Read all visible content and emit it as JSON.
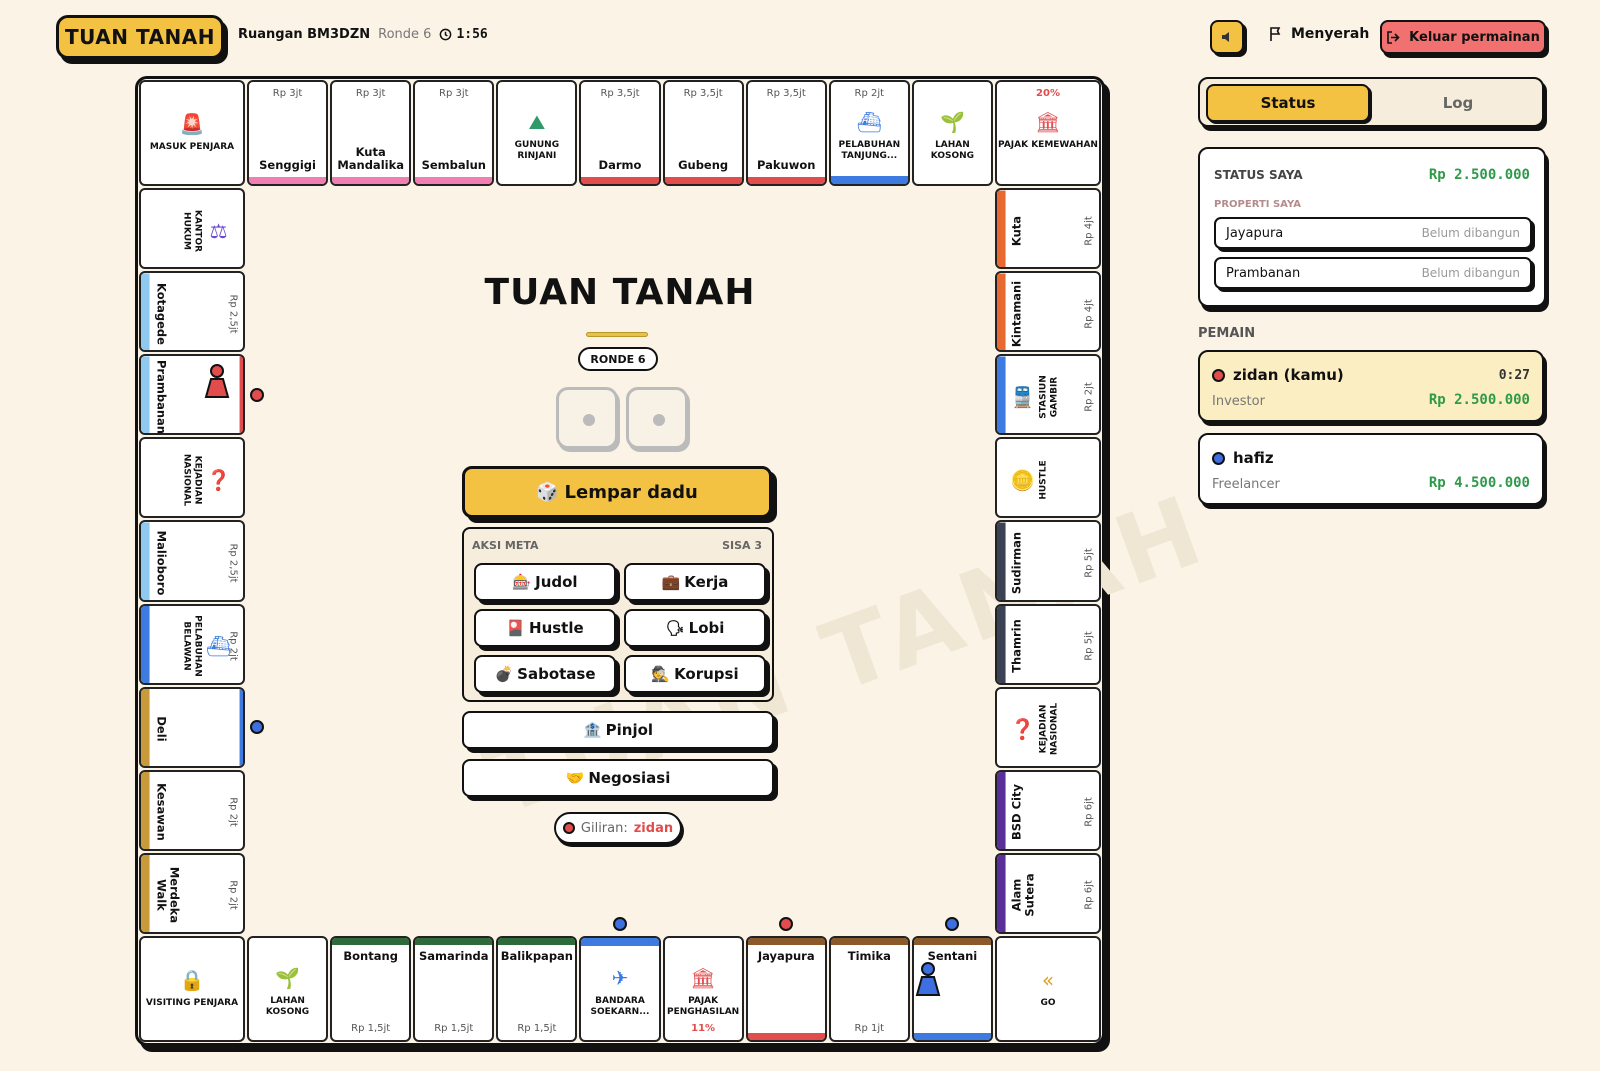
{
  "header": {
    "logo": "TUAN TANAH",
    "room": "Ruangan BM3DZN",
    "round": "Ronde 6",
    "timer": "1:56",
    "sound_icon": "speaker-icon",
    "surrender": "Menyerah",
    "exit": "Keluar permainan"
  },
  "board": {
    "top": [
      {
        "name": "MASUK PENJARA",
        "type": "corner",
        "icon": "siren-icon",
        "icon_color": "#e14d4d"
      },
      {
        "name": "Senggigi",
        "price": "Rp 3jt",
        "color": "#ef7fb1"
      },
      {
        "name": "Kuta\nMandalika",
        "price": "Rp 3jt",
        "color": "#ef7fb1"
      },
      {
        "name": "Sembalun",
        "price": "Rp 3jt",
        "color": "#ef7fb1"
      },
      {
        "name": "GUNUNG\nRINJANI",
        "type": "special",
        "icon": "mountain-icon",
        "icon_color": "#2f9a6a"
      },
      {
        "name": "Darmo",
        "price": "Rp 3,5jt",
        "color": "#e14d4d"
      },
      {
        "name": "Gubeng",
        "price": "Rp 3,5jt",
        "color": "#e14d4d"
      },
      {
        "name": "Pakuwon",
        "price": "Rp 3,5jt",
        "color": "#e14d4d"
      },
      {
        "name": "PELABUHAN\nTANJUNG...",
        "price": "Rp 2jt",
        "color": "#3d7be0",
        "type": "port",
        "icon": "ship-icon",
        "icon_color": "#3d7be0"
      },
      {
        "name": "LAHAN\nKOSONG",
        "type": "special",
        "icon": "sprout-icon",
        "icon_color": "#a06a2a"
      },
      {
        "name": "PAJAK KEMEWAHAN",
        "price": "20%",
        "type": "tax",
        "icon": "bank-icon",
        "icon_color": "#e14d4d"
      }
    ],
    "left": [
      {
        "name": "KANTOR\nHUKUM",
        "type": "special",
        "icon": "scale-icon",
        "icon_color": "#6a4ad0"
      },
      {
        "name": "Kotagede",
        "price": "Rp 2,5jt",
        "color": "#8fc9f0"
      },
      {
        "name": "Prambanan",
        "price": "",
        "color": "#8fc9f0",
        "owner": "#e14d4d"
      },
      {
        "name": "KEJADIAN\nNASIONAL",
        "type": "special",
        "icon": "question-icon",
        "icon_color": "#a05ad0"
      },
      {
        "name": "Malioboro",
        "price": "Rp 2,5jt",
        "color": "#8fc9f0"
      },
      {
        "name": "PELABUHAN\nBELAWAN",
        "price": "Rp 2jt",
        "color": "#3d7be0",
        "type": "port",
        "icon": "ship-icon",
        "icon_color": "#3d7be0"
      },
      {
        "name": "Deli",
        "price": "",
        "color": "#c89a3a",
        "owner": "#3d7be0"
      },
      {
        "name": "Kesawan",
        "price": "Rp 2jt",
        "color": "#c89a3a"
      },
      {
        "name": "Merdeka\nWalk",
        "price": "Rp 2jt",
        "color": "#c89a3a"
      }
    ],
    "right": [
      {
        "name": "Kuta",
        "price": "Rp 4jt",
        "color": "#e86a30"
      },
      {
        "name": "Kintamani",
        "price": "Rp 4jt",
        "color": "#e86a30"
      },
      {
        "name": "STASIUN\nGAMBIR",
        "price": "Rp 2jt",
        "color": "#3d7be0",
        "type": "port",
        "icon": "train-icon",
        "icon_color": "#3d7be0"
      },
      {
        "name": "HUSTLE",
        "type": "special",
        "icon": "coins-icon",
        "icon_color": "#2f9a4a"
      },
      {
        "name": "Sudirman",
        "price": "Rp 5jt",
        "color": "#3a4254"
      },
      {
        "name": "Thamrin",
        "price": "Rp 5jt",
        "color": "#3a4254"
      },
      {
        "name": "KEJADIAN\nNASIONAL",
        "type": "special",
        "icon": "question-icon",
        "icon_color": "#a05ad0"
      },
      {
        "name": "BSD City",
        "price": "Rp 6jt",
        "color": "#5a2f9a"
      },
      {
        "name": "Alam\nSutera",
        "price": "Rp 6jt",
        "color": "#5a2f9a"
      }
    ],
    "bottom": [
      {
        "name": "VISITING PENJARA",
        "type": "corner",
        "icon": "lock-icon",
        "icon_color": "#888"
      },
      {
        "name": "LAHAN\nKOSONG",
        "type": "special",
        "icon": "sprout-icon",
        "icon_color": "#a06a2a"
      },
      {
        "name": "Bontang",
        "price": "Rp 1,5jt",
        "color": "#2f6a3a"
      },
      {
        "name": "Samarinda",
        "price": "Rp 1,5jt",
        "color": "#2f6a3a"
      },
      {
        "name": "Balikpapan",
        "price": "Rp 1,5jt",
        "color": "#2f6a3a"
      },
      {
        "name": "BANDARA\nSOEKARN...",
        "color": "#3d7be0",
        "type": "port",
        "icon": "plane-icon",
        "icon_color": "#3d7be0"
      },
      {
        "name": "PAJAK\nPENGHASILAN",
        "price": "11%",
        "type": "tax",
        "icon": "bank-icon",
        "icon_color": "#e14d4d"
      },
      {
        "name": "Jayapura",
        "price": "",
        "color": "#8a5a2a",
        "owner": "#e14d4d"
      },
      {
        "name": "Timika",
        "price": "Rp 1jt",
        "color": "#8a5a2a"
      },
      {
        "name": "Sentani",
        "price": "",
        "color": "#8a5a2a",
        "owner": "#3d7be0"
      },
      {
        "name": "GO",
        "type": "corner",
        "icon": "chevrons-left-icon",
        "icon_color": "#e0a020"
      }
    ]
  },
  "center": {
    "title": "TUAN TANAH",
    "round_pill": "RONDE 6",
    "watermark": "TUAN TANAH",
    "roll": "Lempar dadu",
    "meta_label": "AKSI META",
    "meta_left": "SISA 3",
    "meta_actions": [
      "Judol",
      "Kerja",
      "Hustle",
      "Lobi",
      "Sabotase",
      "Korupsi"
    ],
    "pinjol": "Pinjol",
    "negosiasi": "Negosiasi",
    "turn_label": "Giliran:",
    "turn_player": "zidan"
  },
  "panel": {
    "tab_status": "Status",
    "tab_log": "Log",
    "status_title": "STATUS SAYA",
    "status_money": "Rp 2.500.000",
    "properties_label": "PROPERTI SAYA",
    "properties": [
      {
        "name": "Jayapura",
        "state": "Belum dibangun"
      },
      {
        "name": "Prambanan",
        "state": "Belum dibangun"
      }
    ],
    "players_label": "PEMAIN",
    "players": [
      {
        "name": "zidan (kamu)",
        "role": "Investor",
        "time": "0:27",
        "money": "Rp 2.500.000",
        "color": "#e14d4d",
        "bg": "#faeec2"
      },
      {
        "name": "hafiz",
        "role": "Freelancer",
        "time": "",
        "money": "Rp 4.500.000",
        "color": "#3d6fe0",
        "bg": "#ffffff"
      }
    ]
  }
}
